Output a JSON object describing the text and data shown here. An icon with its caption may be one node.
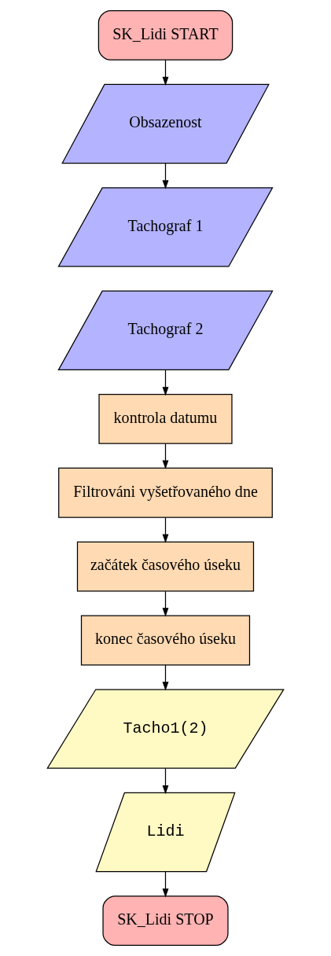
{
  "diagram": {
    "nodes": [
      {
        "text": [
          "SK_Lidi START"
        ]
      },
      {
        "text": [
          "Obsazenost"
        ]
      },
      {
        "text": [
          "Tachograf 1"
        ]
      },
      {
        "text": [
          "Tachograf 2"
        ]
      },
      {
        "text": [
          "kontrola datumu"
        ]
      },
      {
        "text": [
          "Filtrováni vyšetřovaného dne"
        ]
      },
      {
        "text": [
          "začátek časového úseku"
        ]
      },
      {
        "text": [
          "konec časového úseku"
        ]
      },
      {
        "text": [
          "Tacho1(2)"
        ]
      },
      {
        "text": [
          "Lidi"
        ]
      },
      {
        "text": [
          "SK_Lidi STOP"
        ]
      }
    ],
    "edges": [
      {
        "from": 0,
        "to": 1,
        "arrow": "to"
      },
      {
        "from": 1,
        "to": 2,
        "arrow": "to"
      },
      {
        "from": 3,
        "to": 4,
        "arrow": "to"
      },
      {
        "from": 4,
        "to": 5,
        "arrow": "to"
      },
      {
        "from": 5,
        "to": 6,
        "arrow": "to"
      },
      {
        "from": 6,
        "to": 7,
        "arrow": "to"
      },
      {
        "from": 7,
        "to": 8,
        "arrow": "to"
      },
      {
        "from": 8,
        "to": 9,
        "arrow": "to"
      },
      {
        "from": 9,
        "to": 10,
        "arrow": "to"
      }
    ]
  }
}
